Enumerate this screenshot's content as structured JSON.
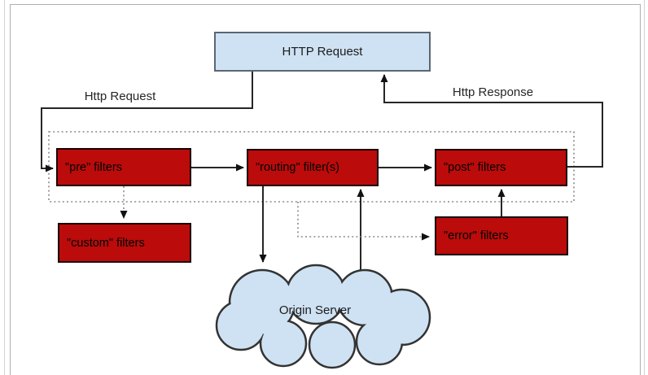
{
  "diagram": {
    "nodes": {
      "http_request": {
        "label": "HTTP Request"
      },
      "pre_filters": {
        "label": "\"pre\" filters"
      },
      "routing_filters": {
        "label": "\"routing\" filter(s)"
      },
      "post_filters": {
        "label": "\"post\" filters"
      },
      "custom_filters": {
        "label": "\"custom\" filters"
      },
      "error_filters": {
        "label": "\"error\" filters"
      },
      "origin_server": {
        "label": "Origin Server"
      }
    },
    "edge_labels": {
      "http_request": "Http Request",
      "http_response": "Http Response"
    },
    "colors": {
      "filter_box_fill": "#bb0b0b",
      "endpoint_fill": "#cfe2f3",
      "solid_line": "#262626",
      "dotted_line": "#8a8a8a"
    }
  }
}
